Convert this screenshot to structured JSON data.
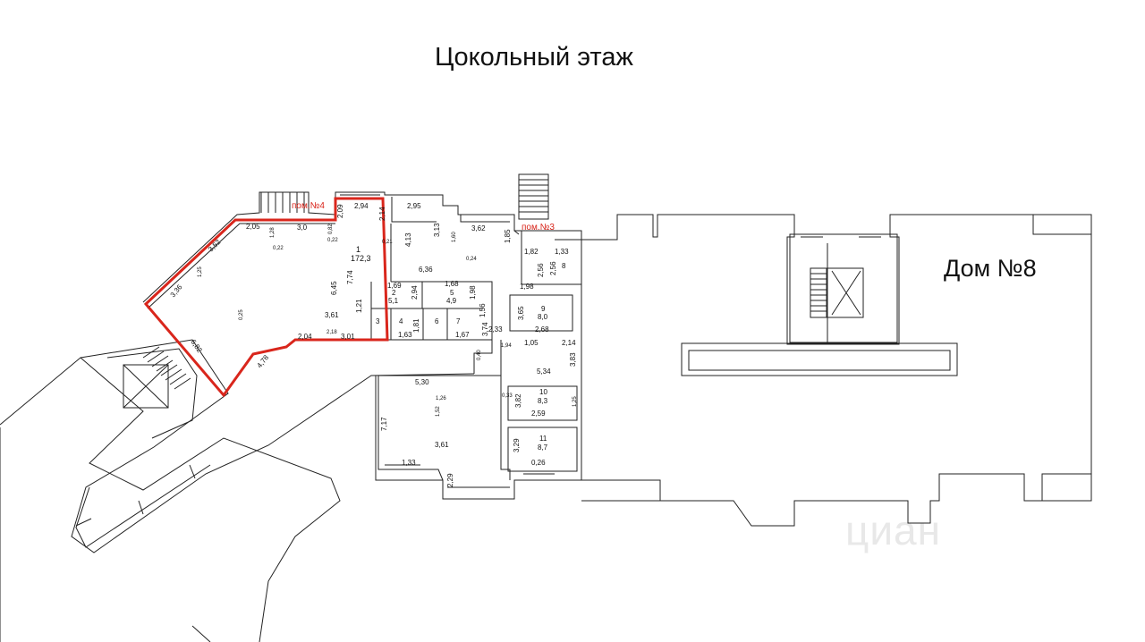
{
  "plan": {
    "title": "Цокольный этаж",
    "house_label": "Дом №8",
    "premise_labels": [
      "пом.№4",
      "пом.№3"
    ],
    "watermark": "циан"
  },
  "rooms": [
    {
      "number": "1",
      "area": "172,3"
    },
    {
      "number": "2",
      "area": "5,1"
    },
    {
      "number": "3",
      "area": ""
    },
    {
      "number": "4",
      "area": ""
    },
    {
      "number": "5",
      "area": "4,9"
    },
    {
      "number": "6",
      "area": ""
    },
    {
      "number": "7",
      "area": ""
    },
    {
      "number": "8",
      "area": ""
    },
    {
      "number": "9",
      "area": "8,0"
    },
    {
      "number": "10",
      "area": "8,3"
    },
    {
      "number": "11",
      "area": "8,7"
    }
  ],
  "dimensions": [
    "2,94",
    "2,95",
    "2,05",
    "3,0",
    "2,09",
    "2,14",
    "3,52",
    "1,28",
    "0,22",
    "0,82",
    "0,22",
    "0,21",
    "4,13",
    "3,13",
    "3,62",
    "1,60",
    "0,24",
    "1,85",
    "1,82",
    "1,33",
    "6,36",
    "6,45",
    "7,74",
    "3,36",
    "1,25",
    "6,82",
    "4,78",
    "0,21",
    "3,61",
    "1,21",
    "2,18",
    "2,04",
    "3,01",
    "1,69",
    "2,94",
    "1,68",
    "2,56",
    "2,56",
    "1,98",
    "1,98",
    "1,63",
    "1,81",
    "1,67",
    "3,74",
    "1,56",
    "2,33",
    "3,65",
    "2,68",
    "1,05",
    "2,14",
    "3,83",
    "5,34",
    "5,30",
    "7,17",
    "3,61",
    "1,33",
    "2,29",
    "3,82",
    "2,59",
    "3,29",
    "0,26",
    "1,26",
    "1,52",
    "0,25",
    "0,33",
    "1,94",
    "0,40",
    "1,25"
  ]
}
